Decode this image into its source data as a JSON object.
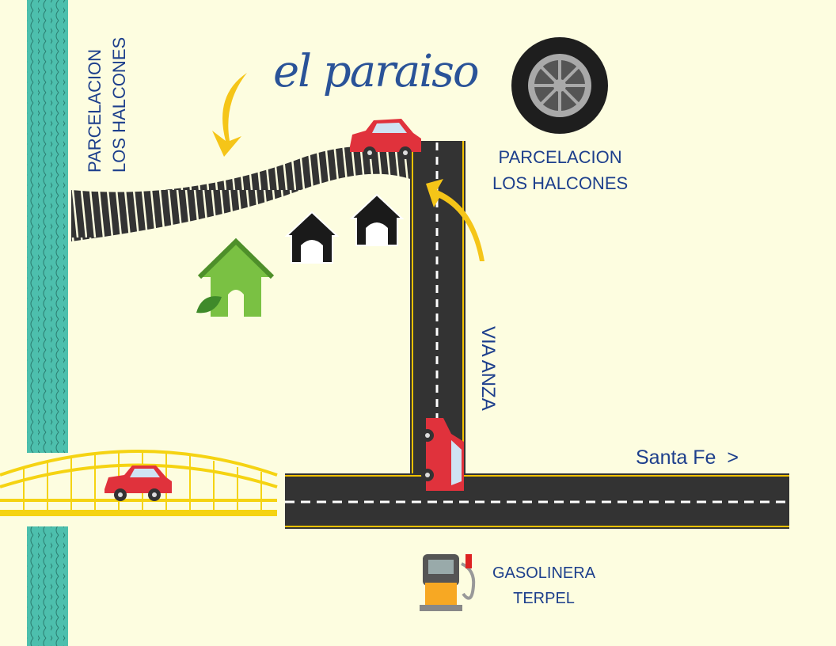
{
  "logo": {
    "text": "el paraiso"
  },
  "labels": {
    "left_parcelacion_line1": "PARCELACION",
    "left_parcelacion_line2": "LOS HALCONES",
    "right_parcelacion_line1": "PARCELACION",
    "right_parcelacion_line2": "LOS HALCONES",
    "via_anza": "VIA ANZA",
    "santa_fe": "Santa Fe  >",
    "gas_line1": "GASOLINERA",
    "gas_line2": "TERPEL"
  },
  "colors": {
    "background": "#fdfde0",
    "river": "#4dbfad",
    "road": "#333333",
    "road_edge": "#f2c200",
    "text": "#1d3f8c",
    "car": "#e0323c",
    "arrow": "#f5c518",
    "house_green": "#7ac143"
  }
}
